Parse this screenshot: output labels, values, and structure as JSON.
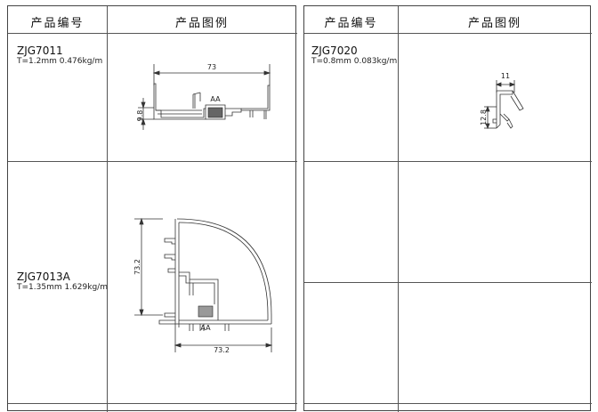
{
  "tables": [
    {
      "header": {
        "code_label": "产品编号",
        "image_label": "产品图例"
      },
      "rows": [
        {
          "code": "ZJG7011",
          "spec": "T=1.2mm  0.476kg/m",
          "dims": {
            "width": "73",
            "height": "9.8",
            "tag": "AA"
          }
        },
        {
          "code": "ZJG7013A",
          "spec": "T=1.35mm  1.629kg/m",
          "dims": {
            "width": "73.2",
            "height": "73.2",
            "tag": "AA"
          }
        }
      ]
    },
    {
      "header": {
        "code_label": "产品编号",
        "image_label": "产品图例"
      },
      "rows": [
        {
          "code": "ZJG7020",
          "spec": "T=0.8mm  0.083kg/m",
          "dims": {
            "width": "11",
            "height": "12.8"
          }
        }
      ]
    }
  ]
}
